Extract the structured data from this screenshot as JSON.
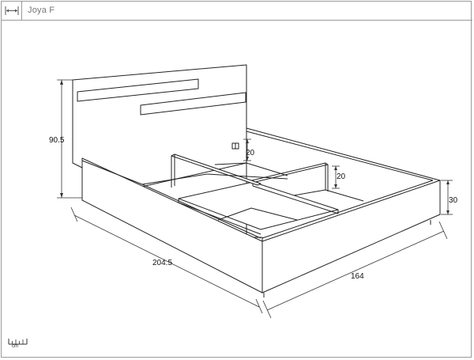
{
  "header": {
    "title": "Joya F",
    "icon": "width-arrows-icon"
  },
  "dimensions": {
    "height_label": "90.5",
    "drawer_depth_label": "20",
    "drawer_height_label": "20",
    "frame_height_label": "30",
    "length_label": "204.5",
    "width_label": "164"
  },
  "scale": {
    "unit_label": "cm",
    "icon": "ruler-icon"
  }
}
